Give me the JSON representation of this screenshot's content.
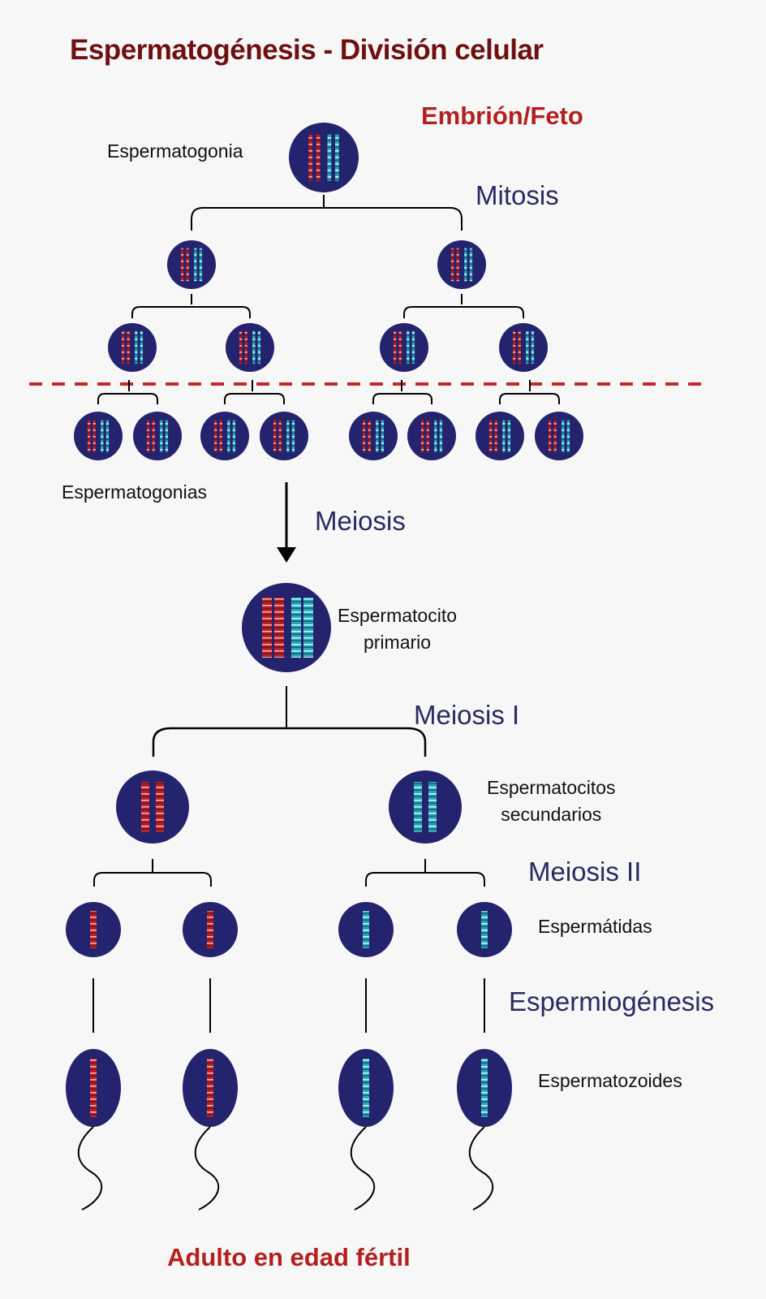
{
  "title": "Espermatogénesis - División celular",
  "phases": {
    "embryo": "Embrión/Feto",
    "mitosis": "Mitosis",
    "meiosis": "Meiosis",
    "meiosis1": "Meiosis I",
    "meiosis2": "Meiosis II",
    "spermiogenesis": "Espermiogénesis",
    "adult": "Adulto en edad fértil"
  },
  "stages": {
    "spermatogonium": "Espermatogonia",
    "spermatogonia": "Espermatogonias",
    "primary_l1": "Espermatocito",
    "primary_l2": "primario",
    "secondary_l1": "Espermatocitos",
    "secondary_l2": "secundarios",
    "spermatids": "Espermátidas",
    "spermatozoa": "Espermatozoides"
  },
  "colors": {
    "title": "#6e1010",
    "phase_red": "#b41f1f",
    "phase_blue": "#2a2a62",
    "cell": "#24236e",
    "chromosome_red": "#c62a2a",
    "chromosome_cyan": "#34b9c8",
    "divider": "#c42828"
  }
}
